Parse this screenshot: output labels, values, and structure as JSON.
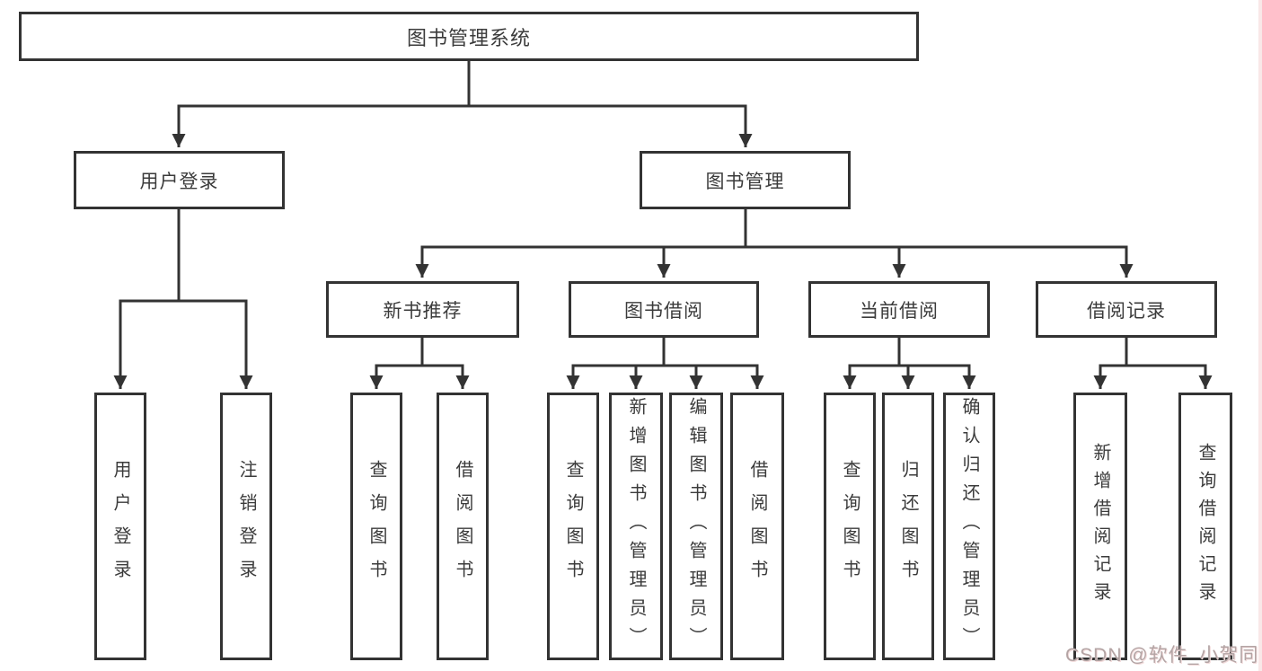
{
  "diagram": {
    "title": "图书管理系统",
    "branches": [
      {
        "label": "用户登录",
        "children": [
          {
            "label": "用户登录"
          },
          {
            "label": "注销登录"
          }
        ]
      },
      {
        "label": "图书管理",
        "groups": [
          {
            "label": "新书推荐",
            "children": [
              {
                "label": "查询图书"
              },
              {
                "label": "借阅图书"
              }
            ]
          },
          {
            "label": "图书借阅",
            "children": [
              {
                "label": "查询图书"
              },
              {
                "label": "新增图书（管理员）"
              },
              {
                "label": "编辑图书（管理员）"
              },
              {
                "label": "借阅图书"
              }
            ]
          },
          {
            "label": "当前借阅",
            "children": [
              {
                "label": "查询图书"
              },
              {
                "label": "归还图书"
              },
              {
                "label": "确认归还（管理员）"
              }
            ]
          },
          {
            "label": "借阅记录",
            "children": [
              {
                "label": "新增借阅记录"
              },
              {
                "label": "查询借阅记录"
              }
            ]
          }
        ]
      }
    ]
  },
  "watermark": {
    "text": "CSDN @软件_小贺同学"
  },
  "colors": {
    "line": "#333333",
    "text": "#3b3b3b",
    "watermark": "#b3a4a4"
  }
}
